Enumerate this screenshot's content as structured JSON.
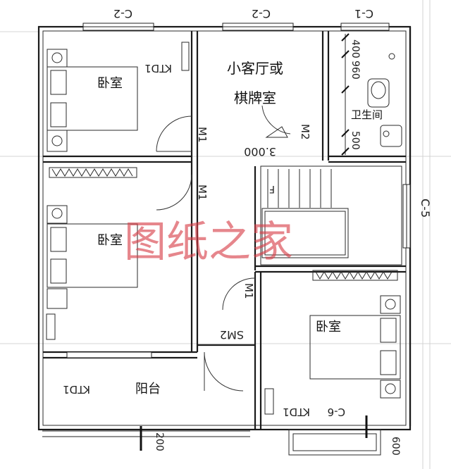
{
  "plan": {
    "rooms": {
      "bedroom_top_left": "卧室",
      "small_living": "小客厅或",
      "chess_room": "棋牌室",
      "bathroom": "卫生间",
      "bedroom_mid_left": "卧室",
      "bedroom_right": "卧室",
      "balcony": "阳台"
    },
    "doors": {
      "m1_a": "M1",
      "m1_b": "M1",
      "m1_c": "M1",
      "m2": "M2",
      "sm2": "SM2"
    },
    "windows": {
      "c2_left": "C-2",
      "c2_mid": "C-2",
      "c1": "C-1",
      "c5": "C-5",
      "c6": "C-6"
    },
    "ac_units": {
      "ktd1_top": "KTD1",
      "ktd1_balcony": "KTD1",
      "ktd1_bottom_right": "KTD1"
    },
    "dimensions": {
      "bath_400": "400",
      "bath_960": "960",
      "bath_500": "500",
      "bottom_200": "200",
      "bottom_600": "600",
      "level": "3.000"
    },
    "stair_mark": "F",
    "watermark": "图纸之家"
  }
}
